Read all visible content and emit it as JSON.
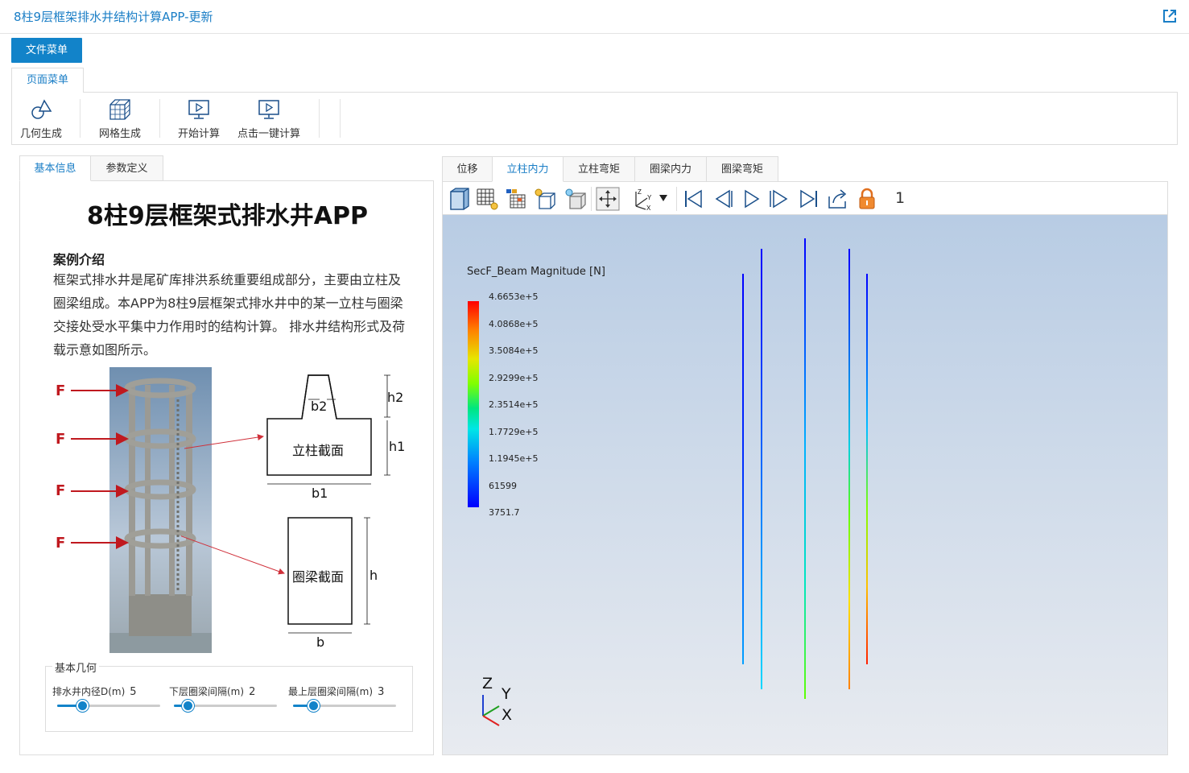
{
  "window": {
    "title": "8柱9层框架排水井结构计算APP-更新"
  },
  "file_menu": {
    "label": "文件菜单"
  },
  "page_menu": {
    "label": "页面菜单"
  },
  "ribbon": {
    "items": [
      {
        "label": "几何生成",
        "icon": "shapes-icon"
      },
      {
        "label": "网格生成",
        "icon": "mesh-cube-icon"
      },
      {
        "label": "开始计算",
        "icon": "monitor-play-icon"
      },
      {
        "label": "点击一键计算",
        "icon": "monitor-play-icon"
      }
    ]
  },
  "left_tabs": [
    {
      "label": "基本信息",
      "active": true
    },
    {
      "label": "参数定义",
      "active": false
    }
  ],
  "info": {
    "app_title": "8柱9层框架式排水井APP",
    "case_heading": "案例介绍",
    "case_text": "框架式排水井是尾矿库排洪系统重要组成部分，主要由立柱及圈梁组成。本APP为8柱9层框架式排水井中的某一立柱与圈梁交接处受水平集中力作用时的结构计算。 排水井结构形式及荷载示意如图所示。"
  },
  "diagram": {
    "force_label": "F",
    "column_section": "立柱截面",
    "ring_beam_section": "圈梁截面",
    "b2": "b2",
    "h2": "h2",
    "h1": "h1",
    "b1": "b1",
    "h": "h",
    "b": "b"
  },
  "geometry": {
    "legend": "基本几何",
    "sliders": [
      {
        "label": "排水井内径D(m)",
        "value": "5",
        "fraction": 0.25
      },
      {
        "label": "下层圈梁间隔(m)",
        "value": "2",
        "fraction": 0.14
      },
      {
        "label": "最上层圈梁间隔(m)",
        "value": "3",
        "fraction": 0.2
      }
    ]
  },
  "result_tabs": [
    {
      "label": "位移",
      "active": false
    },
    {
      "label": "立柱内力",
      "active": true
    },
    {
      "label": "立柱弯矩",
      "active": false
    },
    {
      "label": "圈梁内力",
      "active": false
    },
    {
      "label": "圈梁弯矩",
      "active": false
    }
  ],
  "viewer": {
    "frame": "1",
    "legend_title": "SecF_Beam Magnitude [N]",
    "legend_ticks": [
      "4.6653e+5",
      "4.0868e+5",
      "3.5084e+5",
      "2.9299e+5",
      "2.3514e+5",
      "1.7729e+5",
      "1.1945e+5",
      "61599",
      "3751.7"
    ],
    "axes": {
      "z": "Z",
      "y": "Y",
      "x": "X"
    }
  }
}
